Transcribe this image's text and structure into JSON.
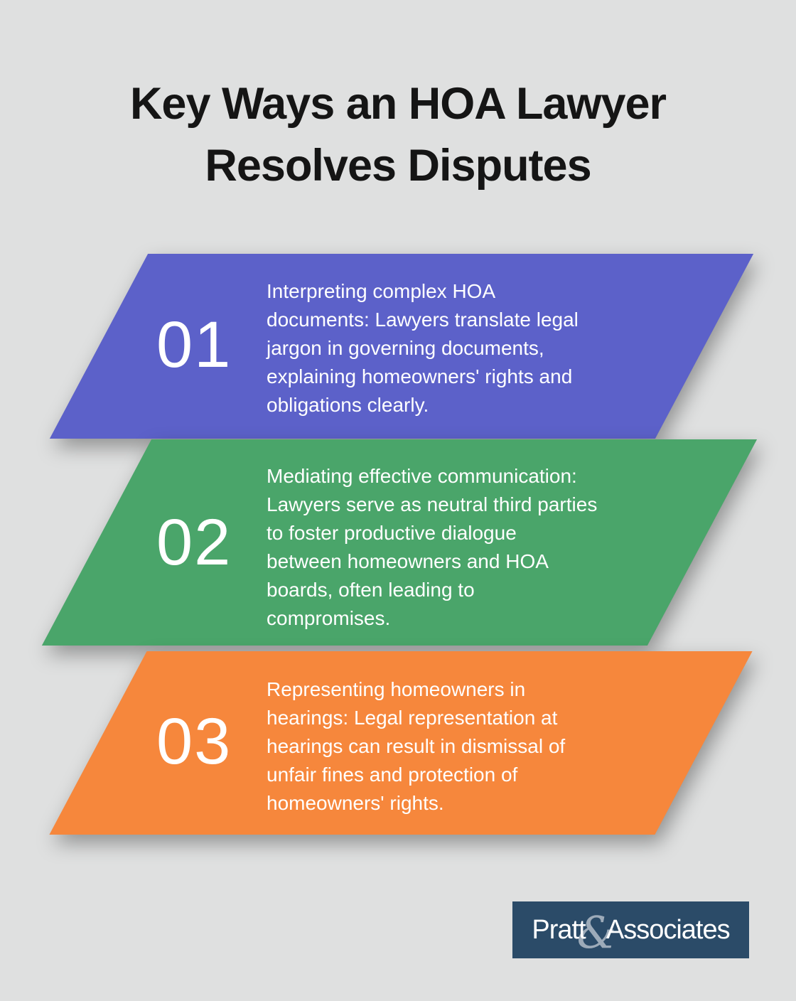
{
  "title": {
    "line1": "Key Ways an HOA Lawyer",
    "line2": "Resolves Disputes"
  },
  "banners": [
    {
      "number": "01",
      "color": "#5c61c9",
      "lines": [
        "Interpreting complex HOA",
        "documents: Lawyers translate legal",
        "jargon in governing documents,",
        "explaining homeowners' rights and",
        "obligations clearly."
      ]
    },
    {
      "number": "02",
      "color": "#4aa56a",
      "lines": [
        "Mediating effective communication:",
        "Lawyers serve as neutral third parties",
        "to foster productive dialogue",
        "between homeowners and HOA",
        "boards, often leading to",
        "compromises."
      ]
    },
    {
      "number": "03",
      "color": "#f6873c",
      "lines": [
        "Representing homeowners in",
        "hearings: Legal representation at",
        "hearings can result in dismissal of",
        "unfair fines and protection of",
        "homeowners' rights."
      ]
    }
  ],
  "logo": {
    "word1": "Pratt",
    "ampersand": "&",
    "word2": "Associates",
    "background_color": "#2b4b68"
  },
  "colors": {
    "page_background": "#dfe0e0",
    "title_text": "#151515",
    "banner_text": "#ffffff"
  }
}
